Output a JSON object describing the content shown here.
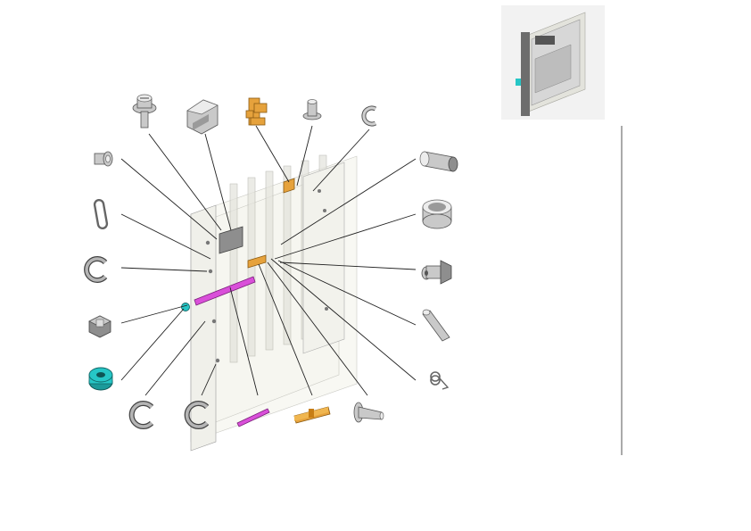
{
  "diagram": {
    "type": "exploded-parts-view",
    "colors": {
      "callout_line": "#222222",
      "part_grey": "#c9c9c9",
      "highlight_orange": "#e6a23c",
      "highlight_magenta": "#d94fd9",
      "highlight_cyan": "#26c6c6",
      "frame_ghost": "#f6f6f0",
      "separator": "#555555"
    },
    "parts": [
      {
        "id": "flange-screw",
        "icon": "flange-screw-icon"
      },
      {
        "id": "cover-bracket",
        "icon": "bracket-icon"
      },
      {
        "id": "orange-holder-top",
        "icon": "holder-icon"
      },
      {
        "id": "pin-top",
        "icon": "pin-icon"
      },
      {
        "id": "c-clip-top",
        "icon": "c-clip-icon"
      },
      {
        "id": "small-screw-left",
        "icon": "screw-icon"
      },
      {
        "id": "link-spring",
        "icon": "spring-loop-icon"
      },
      {
        "id": "e-ring-left-1",
        "icon": "e-ring-icon"
      },
      {
        "id": "bushing-left",
        "icon": "bushing-icon"
      },
      {
        "id": "cyan-gear",
        "icon": "gear-icon"
      },
      {
        "id": "e-ring-bottom-1",
        "icon": "e-ring-icon"
      },
      {
        "id": "e-ring-bottom-2",
        "icon": "e-ring-icon"
      },
      {
        "id": "magenta-shaft",
        "icon": "shaft-icon"
      },
      {
        "id": "orange-holder-bottom",
        "icon": "holder-icon"
      },
      {
        "id": "shoulder-screw",
        "icon": "screw-icon"
      },
      {
        "id": "roller-long",
        "icon": "roller-icon"
      },
      {
        "id": "collar",
        "icon": "collar-icon"
      },
      {
        "id": "knob-shaft",
        "icon": "knob-icon"
      },
      {
        "id": "pin-short",
        "icon": "pin-icon"
      },
      {
        "id": "torsion-spring",
        "icon": "torsion-spring-icon"
      }
    ]
  }
}
